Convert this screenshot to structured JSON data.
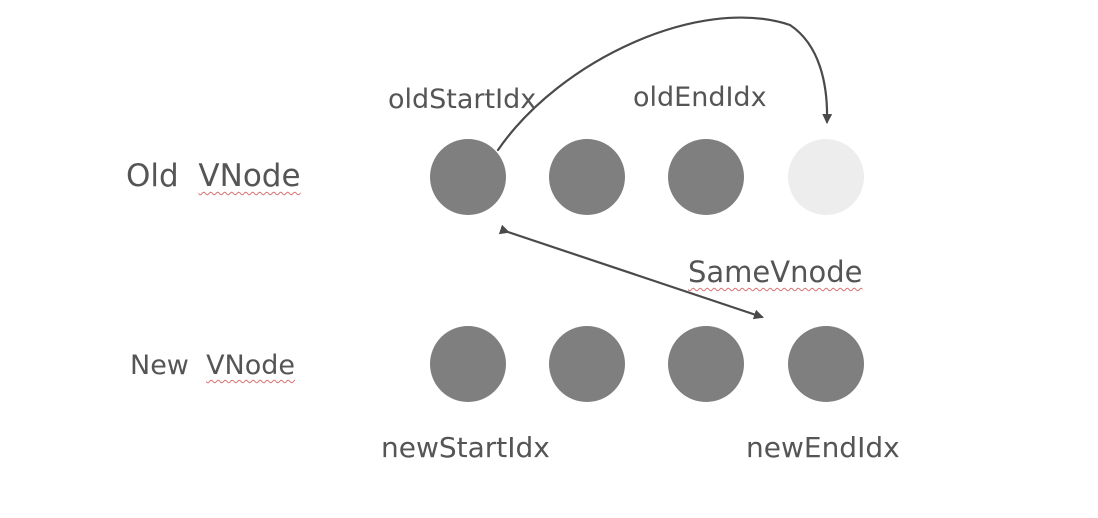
{
  "rows": {
    "old": {
      "prefix": "Old",
      "word": "VNode"
    },
    "new": {
      "prefix": "New",
      "word": "VNode"
    }
  },
  "pointers": {
    "old_start": "oldStartIdx",
    "old_end": "oldEndIdx",
    "new_start": "newStartIdx",
    "new_end": "newEndIdx"
  },
  "relation": "SameVnode",
  "colors": {
    "node": "#7f7f7f",
    "node_moved": "#ededed",
    "arrow": "#4a4a4a",
    "text": "#555555",
    "squiggle": "#d87070"
  },
  "old_nodes": [
    {
      "state": "normal"
    },
    {
      "state": "normal"
    },
    {
      "state": "normal"
    },
    {
      "state": "moved"
    }
  ],
  "new_nodes": [
    {
      "state": "normal"
    },
    {
      "state": "normal"
    },
    {
      "state": "normal"
    },
    {
      "state": "normal"
    }
  ]
}
